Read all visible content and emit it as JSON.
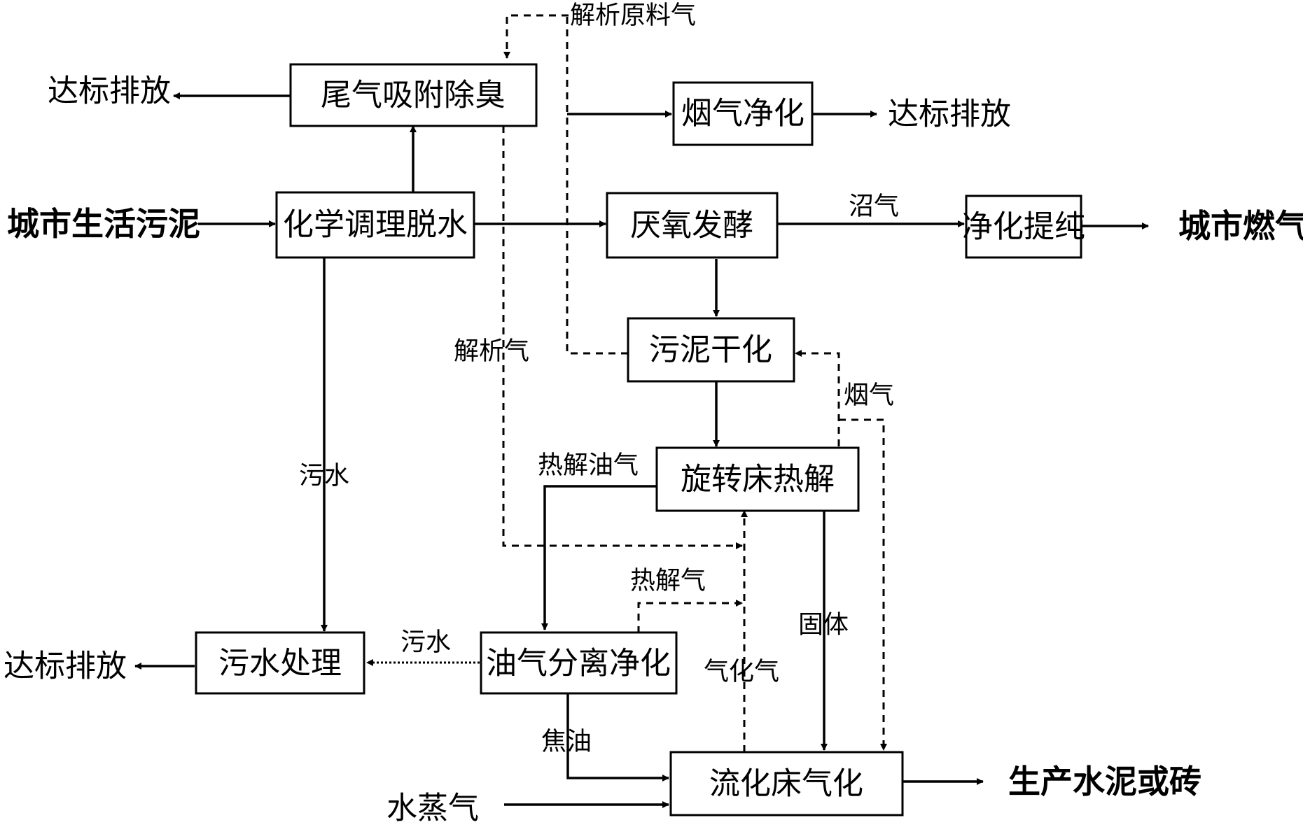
{
  "nodes": {
    "exhaust_deodor": "尾气吸附除臭",
    "flue_clean": "烟气净化",
    "chem_dewater": "化学调理脱水",
    "anaerobic": "厌氧发酵",
    "purify": "净化提纯",
    "sludge_dry": "污泥干化",
    "rotary_pyro": "旋转床热解",
    "wastewater_treat": "污水处理",
    "oil_gas_sep": "油气分离净化",
    "fluid_gasify": "流化床气化"
  },
  "io": {
    "city_sludge": "城市生活污泥",
    "city_gas": "城市燃气",
    "cement_brick": "生产水泥或砖",
    "steam": "水蒸气",
    "discharge_1": "达标排放",
    "discharge_2": "达标排放",
    "discharge_3": "达标排放"
  },
  "edges": {
    "desorb_feed_gas": "解析原料气",
    "biogas": "沼气",
    "desorb_gas": "解析气",
    "flue_gas": "烟气",
    "sewage_1": "污水",
    "pyro_oil_gas": "热解油气",
    "pyro_gas": "热解气",
    "sewage_2": "污水",
    "solid": "固体",
    "gasify_gas": "气化气",
    "tar": "焦油"
  }
}
